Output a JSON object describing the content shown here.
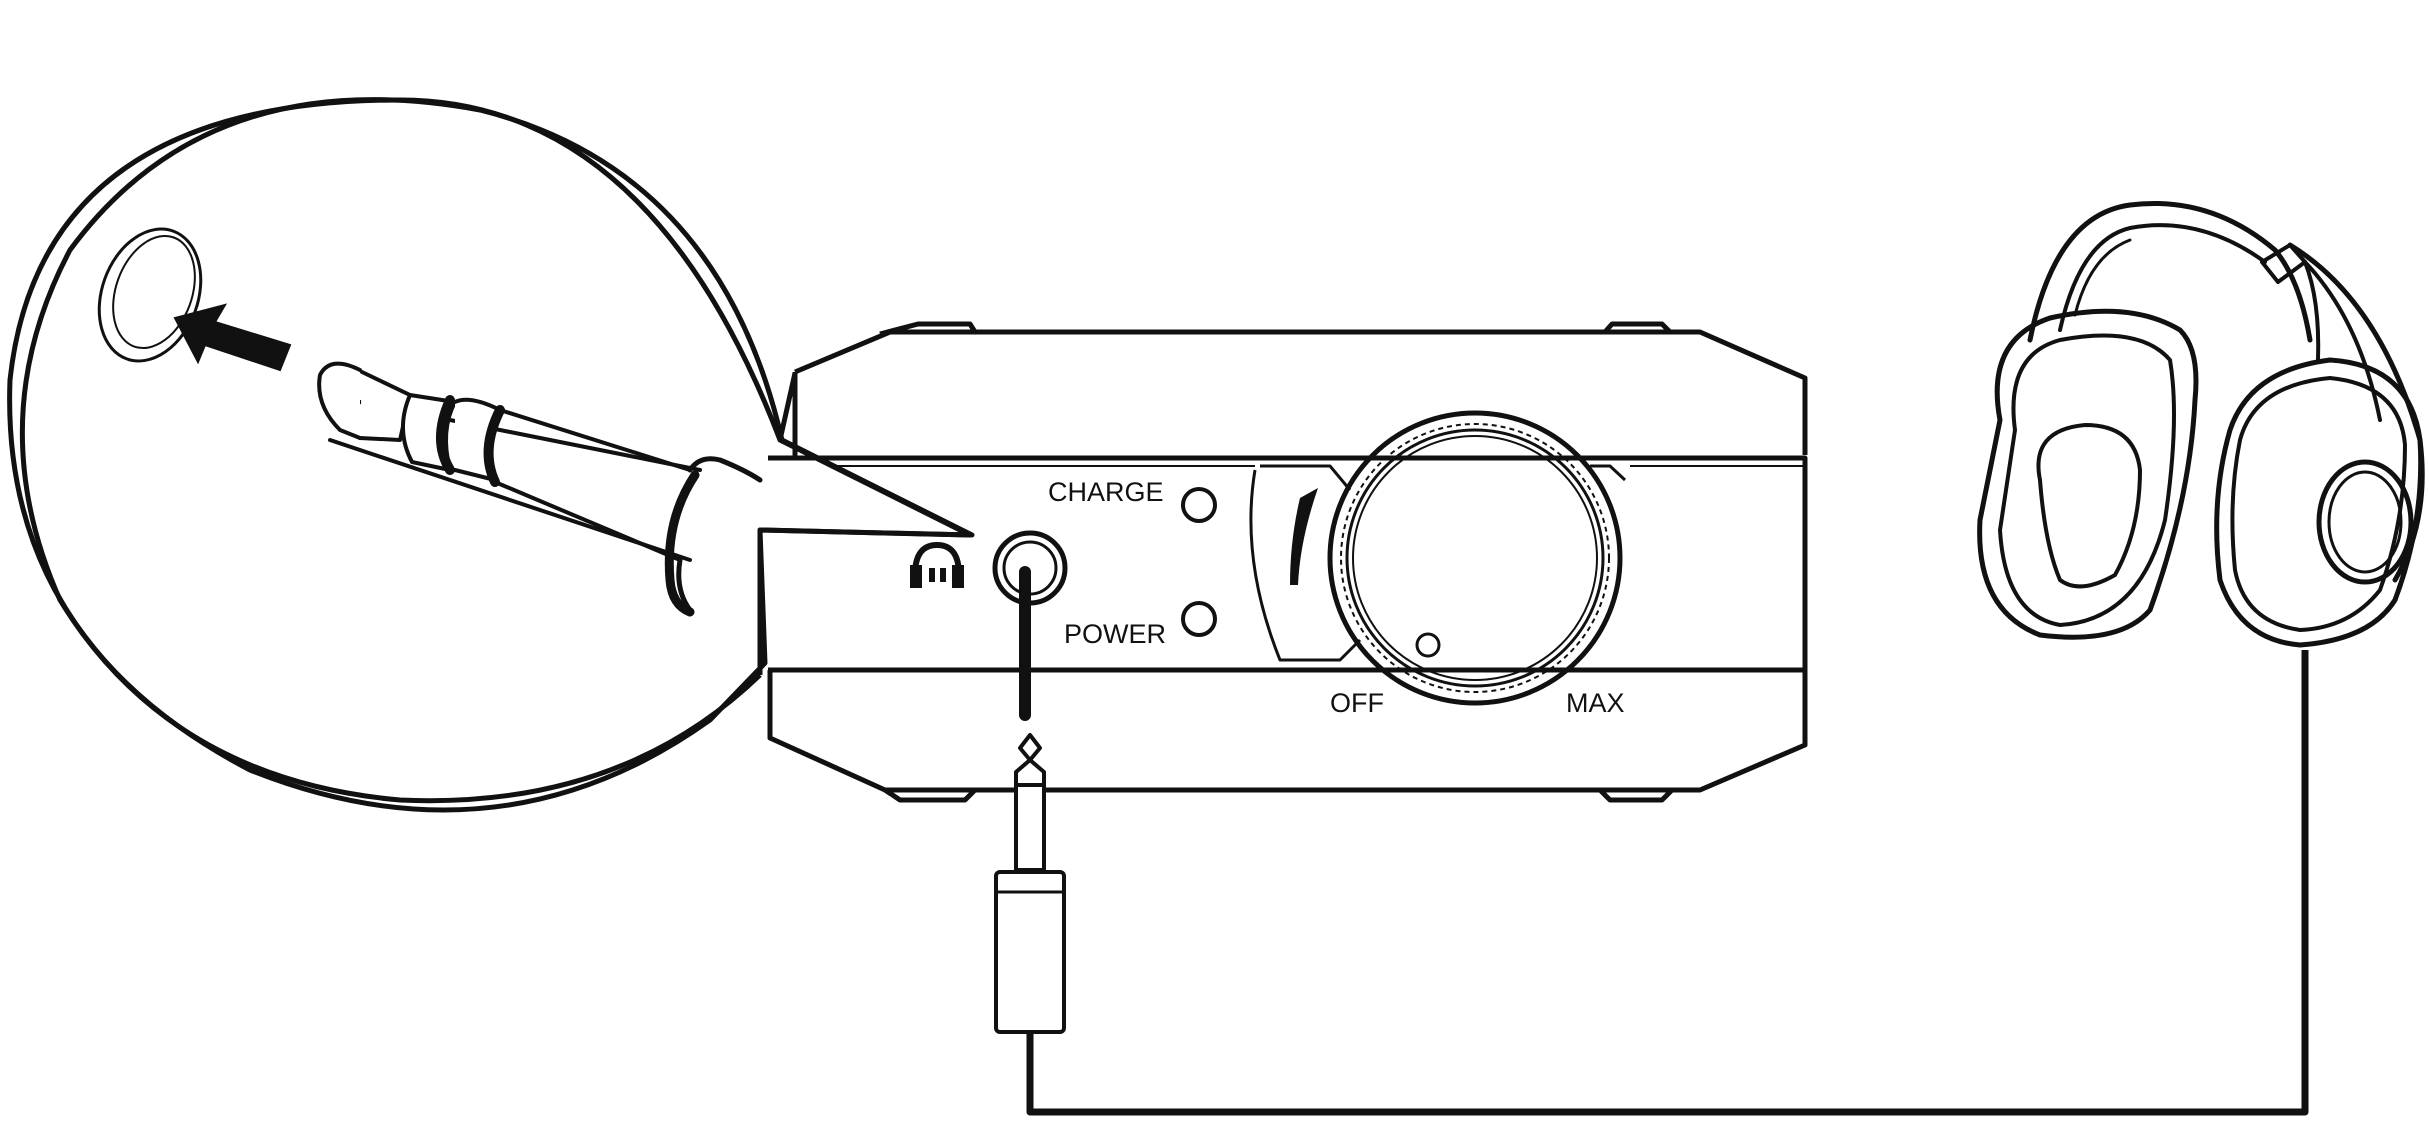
{
  "labels": {
    "charge": "CHARGE",
    "power": "POWER",
    "off": "OFF",
    "max": "MAX"
  },
  "icons": {
    "headphone_jack": "headphones-icon",
    "insert_arrow": "arrow-left-icon"
  },
  "colors": {
    "line": "#111111",
    "background": "#ffffff"
  }
}
